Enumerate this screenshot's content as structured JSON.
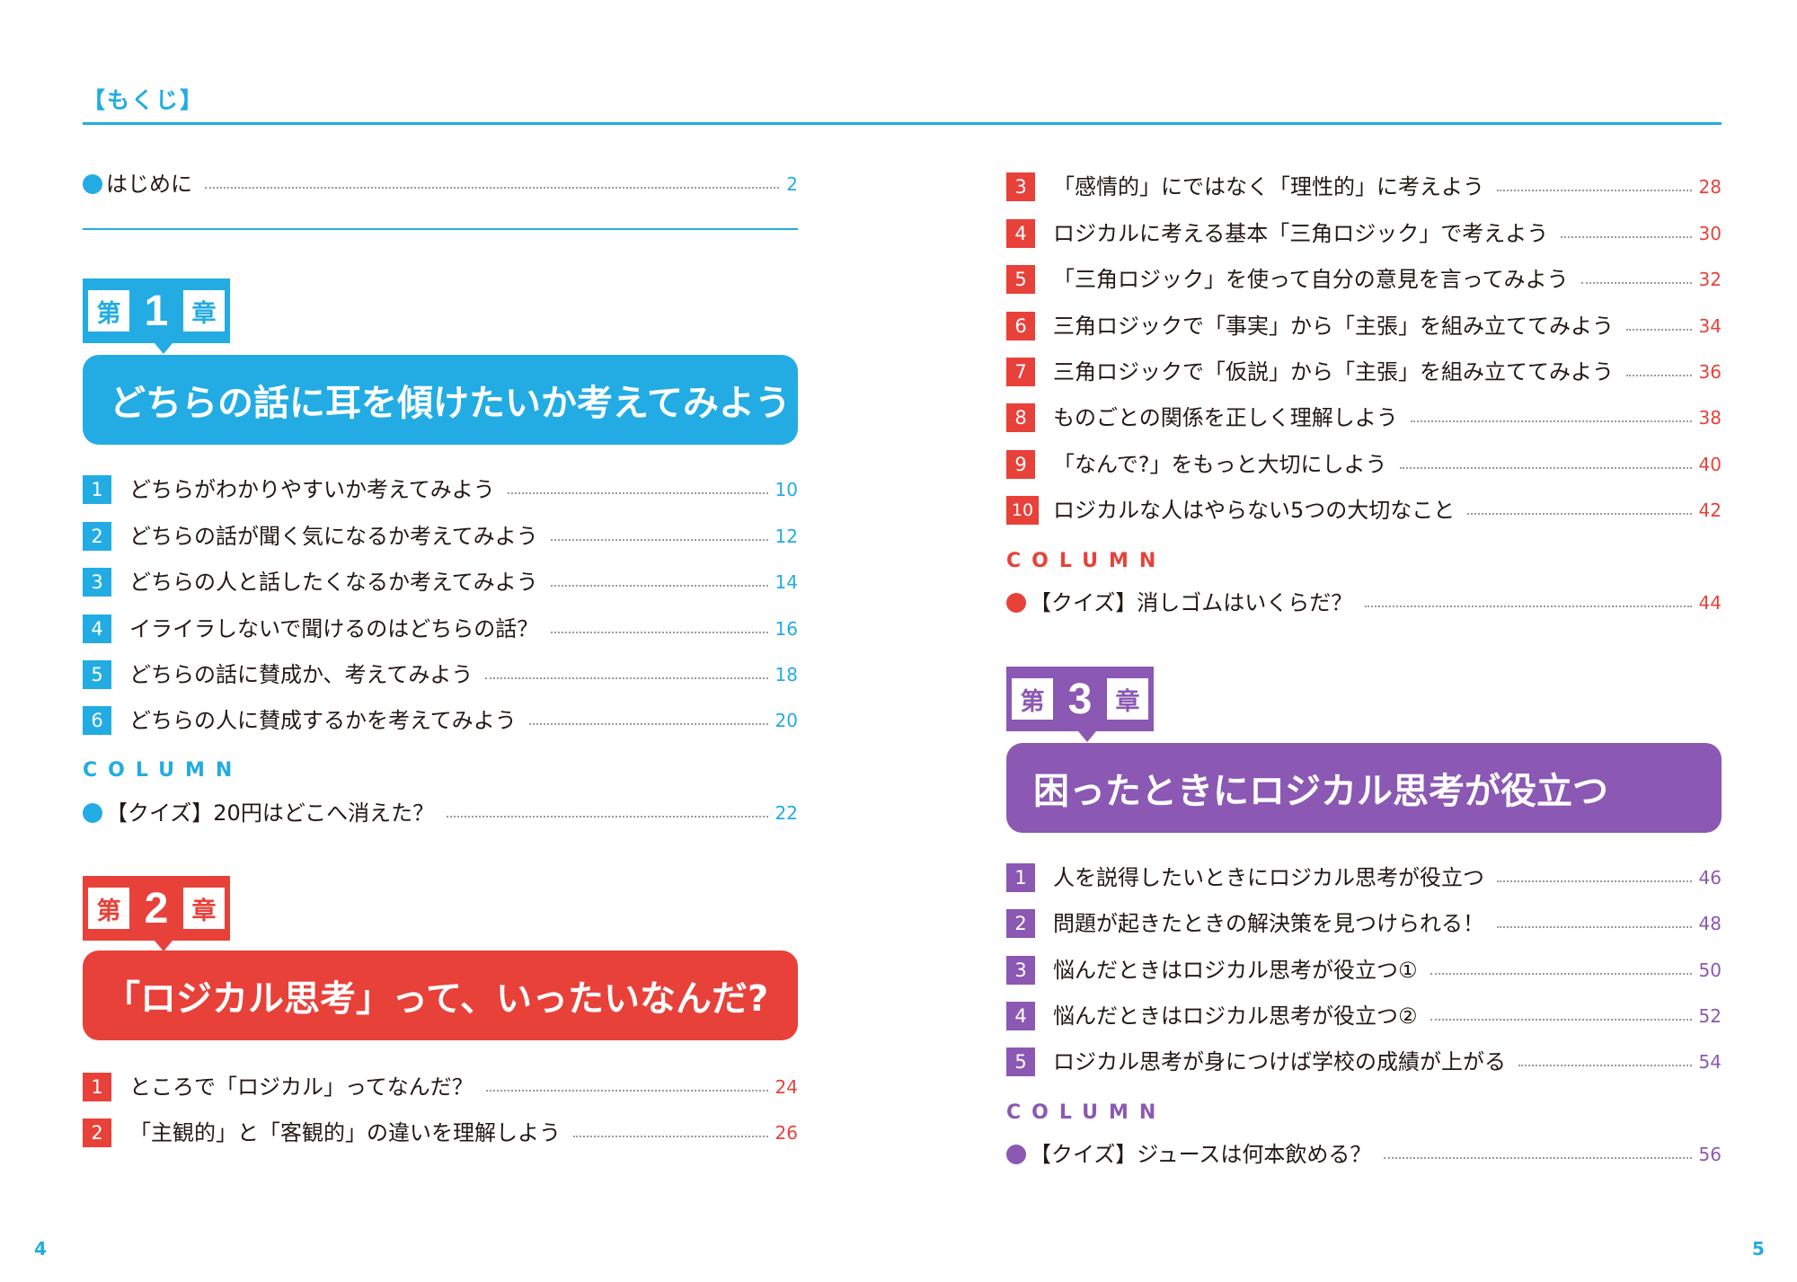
{
  "header": {
    "label": "【もくじ】"
  },
  "colors": {
    "blue": "#22ace3",
    "red": "#e8413a",
    "purple": "#8b58b3",
    "rule": "#22ace3"
  },
  "intro": {
    "title": "はじめに",
    "page": "2"
  },
  "chapters": [
    {
      "prefix": "第",
      "number": "1",
      "suffix": "章",
      "title": "どちらの話に耳を傾けたいか考えてみよう",
      "items": [
        {
          "n": "1",
          "title": "どちらがわかりやすいか考えてみよう",
          "page": "10"
        },
        {
          "n": "2",
          "title": "どちらの話が聞く気になるか考えてみよう",
          "page": "12"
        },
        {
          "n": "3",
          "title": "どちらの人と話したくなるか考えてみよう",
          "page": "14"
        },
        {
          "n": "4",
          "title": "イライラしないで聞けるのはどちらの話？",
          "page": "16"
        },
        {
          "n": "5",
          "title": "どちらの話に賛成か、考えてみよう",
          "page": "18"
        },
        {
          "n": "6",
          "title": "どちらの人に賛成するかを考えてみよう",
          "page": "20"
        }
      ],
      "column_label": "COLUMN",
      "column": {
        "title": "【クイズ】20円はどこへ消えた？",
        "page": "22"
      }
    },
    {
      "prefix": "第",
      "number": "2",
      "suffix": "章",
      "title": "「ロジカル思考」って、いったいなんだ?",
      "items": [
        {
          "n": "1",
          "title": "ところで「ロジカル」ってなんだ？",
          "page": "24"
        },
        {
          "n": "2",
          "title": "「主観的」と「客観的」の違いを理解しよう",
          "page": "26"
        },
        {
          "n": "3",
          "title": "「感情的」にではなく「理性的」に考えよう",
          "page": "28"
        },
        {
          "n": "4",
          "title": "ロジカルに考える基本「三角ロジック」で考えよう",
          "page": "30"
        },
        {
          "n": "5",
          "title": "「三角ロジック」を使って自分の意見を言ってみよう",
          "page": "32"
        },
        {
          "n": "6",
          "title": "三角ロジックで「事実」から「主張」を組み立ててみよう",
          "page": "34"
        },
        {
          "n": "7",
          "title": "三角ロジックで「仮説」から「主張」を組み立ててみよう",
          "page": "36"
        },
        {
          "n": "8",
          "title": "ものごとの関係を正しく理解しよう",
          "page": "38"
        },
        {
          "n": "9",
          "title": "「なんで?」をもっと大切にしよう",
          "page": "40"
        },
        {
          "n": "10",
          "title": "ロジカルな人はやらない5つの大切なこと",
          "page": "42"
        }
      ],
      "column_label": "COLUMN",
      "column": {
        "title": "【クイズ】消しゴムはいくらだ？",
        "page": "44"
      }
    },
    {
      "prefix": "第",
      "number": "3",
      "suffix": "章",
      "title": "困ったときにロジカル思考が役立つ",
      "items": [
        {
          "n": "1",
          "title": "人を説得したいときにロジカル思考が役立つ",
          "page": "46"
        },
        {
          "n": "2",
          "title": "問題が起きたときの解決策を見つけられる！",
          "page": "48"
        },
        {
          "n": "3",
          "title": "悩んだときはロジカル思考が役立つ①",
          "page": "50"
        },
        {
          "n": "4",
          "title": "悩んだときはロジカル思考が役立つ②",
          "page": "52"
        },
        {
          "n": "5",
          "title": "ロジカル思考が身につけば学校の成績が上がる",
          "page": "54"
        }
      ],
      "column_label": "COLUMN",
      "column": {
        "title": "【クイズ】ジュースは何本飲める？",
        "page": "56"
      }
    }
  ],
  "page_numbers": {
    "left": "4",
    "right": "5"
  }
}
